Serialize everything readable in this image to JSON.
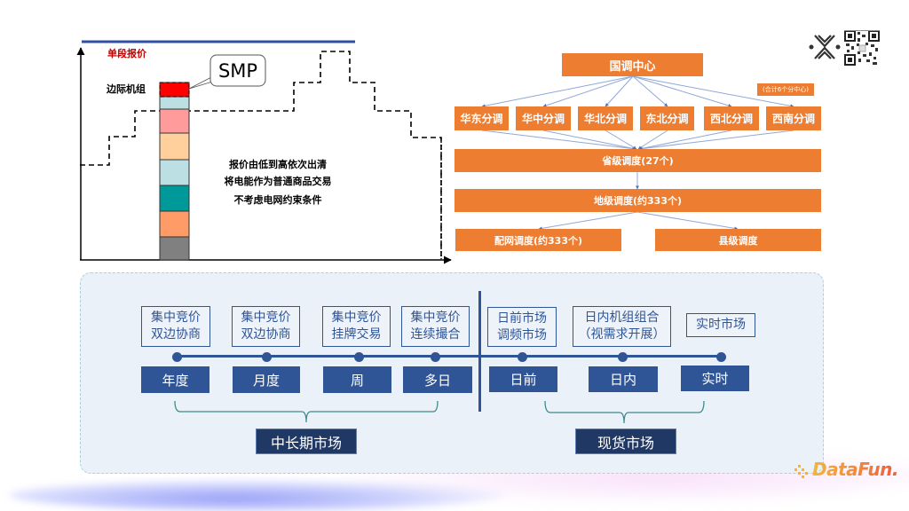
{
  "bidding_chart": {
    "title": "单段报价",
    "marginal_unit_label": "边际机组",
    "callout_label": "SMP",
    "notes": [
      "报价由低到高依次出清",
      "将电能作为普通商品交易",
      "不考虑电网约束条件"
    ],
    "stack_colors": [
      "#FF0000",
      "#BBDFE2",
      "#FF9B9B",
      "#FFD09C",
      "#BBDFE2",
      "#00999A",
      "#FF9B66",
      "#808080"
    ]
  },
  "org_chart": {
    "root": "国调中心",
    "root_note": "(合计6个分中心)",
    "regions": [
      "华东分调",
      "华中分调",
      "华北分调",
      "东北分调",
      "西北分调",
      "西南分调"
    ],
    "provincial": "省级调度(27个)",
    "prefecture": "地级调度(约333个)",
    "distribution": "配网调度(约333个)",
    "county": "县级调度",
    "box_color": "#ED7D31"
  },
  "timeline": {
    "long_term": {
      "label": "中长期市场",
      "items": [
        {
          "desc": [
            "集中竞价",
            "双边协商"
          ],
          "period": "年度"
        },
        {
          "desc": [
            "集中竞价",
            "双边协商"
          ],
          "period": "月度"
        },
        {
          "desc": [
            "集中竞价",
            "挂牌交易"
          ],
          "period": "周"
        },
        {
          "desc": [
            "集中竞价",
            "连续撮合"
          ],
          "period": "多日"
        }
      ]
    },
    "spot": {
      "label": "现货市场",
      "items": [
        {
          "desc": [
            "日前市场",
            "调频市场"
          ],
          "period": "日前"
        },
        {
          "desc": [
            "日内机组组合",
            "（视需求开展）"
          ],
          "period": "日内"
        },
        {
          "desc": [
            "实时市场"
          ],
          "period": "实时"
        }
      ]
    }
  },
  "branding": {
    "logo_text": "DataFun.",
    "emblem": "crossed-lines-logo-icon",
    "qr": "qr-code-icon"
  }
}
